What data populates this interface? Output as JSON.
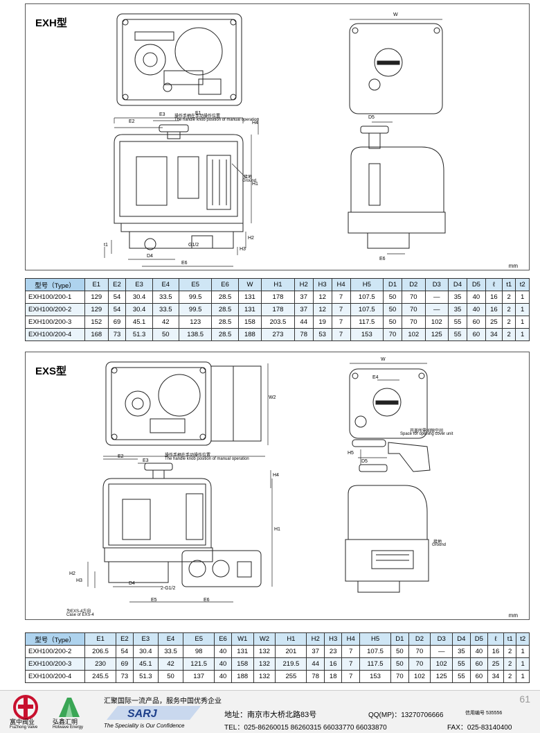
{
  "exh": {
    "title": "EXH型",
    "labels": {
      "e1": "E1",
      "e2": "E2",
      "e3": "E3",
      "e6": "E6",
      "d4": "D4",
      "d5": "D5",
      "h1": "H1",
      "h2": "H2",
      "h3": "H3",
      "h4": "H4",
      "t1": "t1",
      "w": "W",
      "g": "G1/2",
      "ground_cn": "接地",
      "ground_en": "Ground",
      "handle_cn": "操作手柄在手动操作位置",
      "handle_en": "The handle knob position of manual operation"
    },
    "unit": "mm",
    "columns": [
      "型号（Type）",
      "E1",
      "E2",
      "E3",
      "E4",
      "E5",
      "E6",
      "W",
      "H1",
      "H2",
      "H3",
      "H4",
      "H5",
      "D1",
      "D2",
      "D3",
      "D4",
      "D5",
      "ℓ",
      "t1",
      "t2"
    ],
    "rows": [
      [
        "EXH100/200-1",
        "129",
        "54",
        "30.4",
        "33.5",
        "99.5",
        "28.5",
        "131",
        "178",
        "37",
        "12",
        "7",
        "107.5",
        "50",
        "70",
        "—",
        "35",
        "40",
        "16",
        "2",
        "1"
      ],
      [
        "EXH100/200-2",
        "129",
        "54",
        "30.4",
        "33.5",
        "99.5",
        "28.5",
        "131",
        "178",
        "37",
        "12",
        "7",
        "107.5",
        "50",
        "70",
        "—",
        "35",
        "40",
        "16",
        "2",
        "1"
      ],
      [
        "EXH100/200-3",
        "152",
        "69",
        "45.1",
        "42",
        "123",
        "28.5",
        "158",
        "203.5",
        "44",
        "19",
        "7",
        "117.5",
        "50",
        "70",
        "102",
        "55",
        "60",
        "25",
        "2",
        "1"
      ],
      [
        "EXH100/200-4",
        "168",
        "73",
        "51.3",
        "50",
        "138.5",
        "28.5",
        "188",
        "273",
        "78",
        "53",
        "7",
        "153",
        "70",
        "102",
        "125",
        "55",
        "60",
        "34",
        "2",
        "1"
      ]
    ]
  },
  "exs": {
    "title": "EXS型",
    "labels": {
      "e2": "E2",
      "e3": "E3",
      "e4": "E4",
      "e5": "E5",
      "e6": "E6",
      "d4": "D4",
      "d5": "D5",
      "h1": "H1",
      "h2": "H2",
      "h3": "H3",
      "h4": "H4",
      "h5": "H5",
      "w": "W",
      "w2": "W2",
      "g": "2-G1/2",
      "ground_cn": "接地",
      "ground_en": "Ground",
      "handle_cn": "操作手柄在手动操作位置",
      "handle_en": "The handle knob position of manual operation",
      "cover_cn": "开盖所需间隙空间",
      "cover_en": "Space for opening cover unit",
      "case_cn": "为EXS-4方向",
      "case_en": "Case of EXS-4"
    },
    "unit": "mm",
    "columns": [
      "型号（Type）",
      "E1",
      "E2",
      "E3",
      "E4",
      "E5",
      "E6",
      "W1",
      "W2",
      "H1",
      "H2",
      "H3",
      "H4",
      "H5",
      "D1",
      "D2",
      "D3",
      "D4",
      "D5",
      "ℓ",
      "t1",
      "t2"
    ],
    "rows": [
      [
        "EXH100/200-2",
        "206.5",
        "54",
        "30.4",
        "33.5",
        "98",
        "40",
        "131",
        "132",
        "201",
        "37",
        "23",
        "7",
        "107.5",
        "50",
        "70",
        "—",
        "35",
        "40",
        "16",
        "2",
        "1"
      ],
      [
        "EXH100/200-3",
        "230",
        "69",
        "45.1",
        "42",
        "121.5",
        "40",
        "158",
        "132",
        "219.5",
        "44",
        "16",
        "7",
        "117.5",
        "50",
        "70",
        "102",
        "55",
        "60",
        "25",
        "2",
        "1"
      ],
      [
        "EXH100/200-4",
        "245.5",
        "73",
        "51.3",
        "50",
        "137",
        "40",
        "188",
        "132",
        "255",
        "78",
        "18",
        "7",
        "153",
        "70",
        "102",
        "125",
        "55",
        "60",
        "34",
        "2",
        "1"
      ]
    ]
  },
  "footer": {
    "company1": "富中阀业",
    "company1_en": "FuZhong Valve",
    "company2": "弘鑫汇明",
    "company2_en": "Hotwave Energy",
    "slogan_cn": "汇聚国际一流产品，服务中国优秀企业",
    "slogan_en": "The Speciality is Our Confidence",
    "address": "地址：南京市大桥北路83号",
    "qq": "QQ(MP)：13270706666",
    "credit": "信用编号 535556",
    "tel": "TEL：025-86260015 86260315 66033770 66033870",
    "fax": "FAX：025-83140400",
    "page": "61"
  },
  "colors": {
    "header": "#cfe6f5",
    "header_type": "#aed3ee",
    "stripe": "#eaf4fb"
  }
}
